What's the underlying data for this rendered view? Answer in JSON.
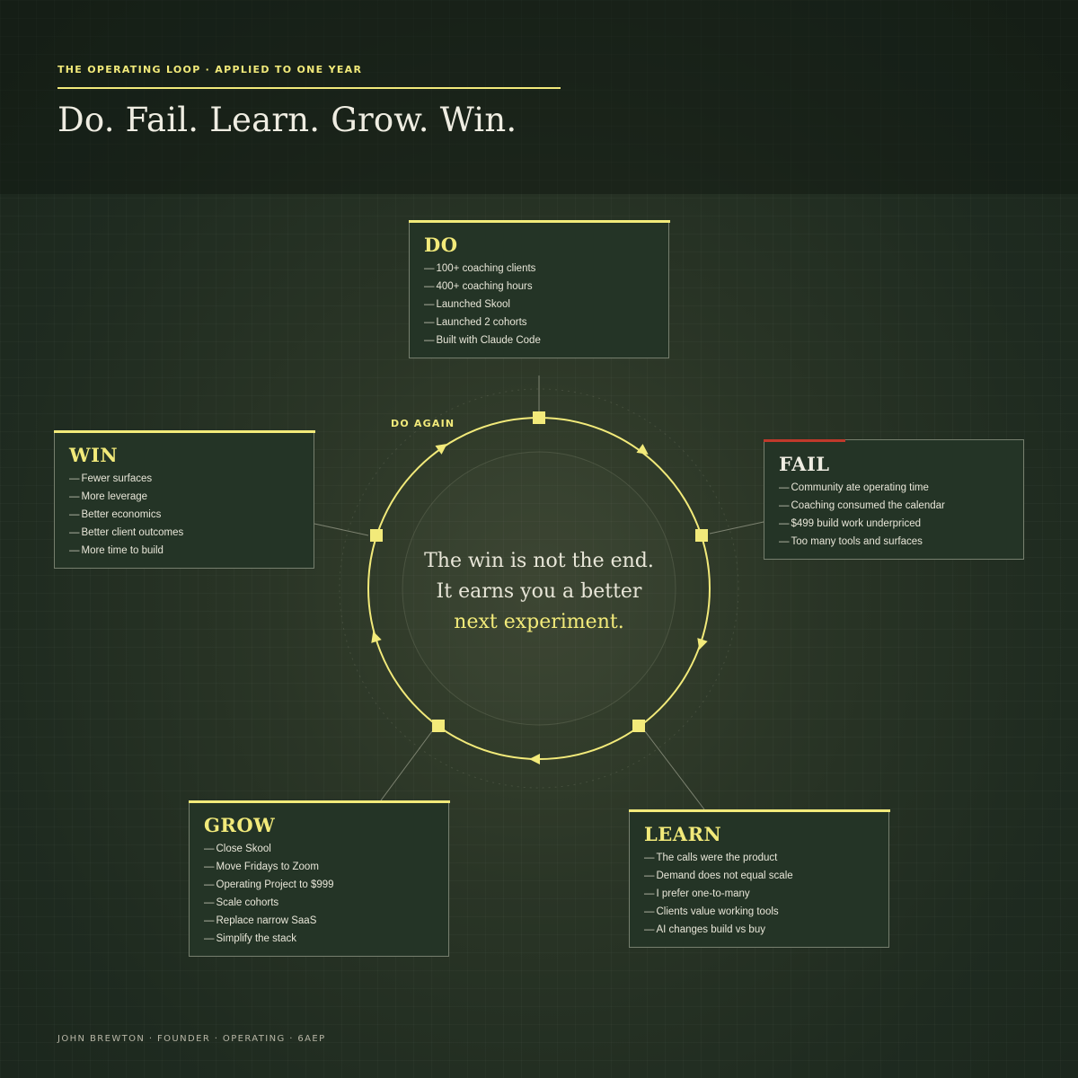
{
  "header": {
    "eyebrow": "THE OPERATING LOOP · APPLIED TO ONE YEAR",
    "title": "Do. Fail. Learn. Grow. Win."
  },
  "loop": {
    "restart_label": "DO AGAIN",
    "center_line1": "The win is not the end.",
    "center_line2": "It earns you a better",
    "center_line3": "next experiment."
  },
  "stages": {
    "do": {
      "title": "DO",
      "items": [
        "100+ coaching clients",
        "400+ coaching hours",
        "Launched Skool",
        "Launched 2 cohorts",
        "Built with Claude Code"
      ]
    },
    "fail": {
      "title": "FAIL",
      "items": [
        "Community ate operating time",
        "Coaching consumed the calendar",
        "$499 build work underpriced",
        "Too many tools and surfaces"
      ]
    },
    "learn": {
      "title": "LEARN",
      "items": [
        "The calls were the product",
        "Demand does not equal scale",
        "I prefer one-to-many",
        "Clients value working tools",
        "AI changes build vs buy"
      ]
    },
    "grow": {
      "title": "GROW",
      "items": [
        "Close Skool",
        "Move Fridays to Zoom",
        "Operating Project to $999",
        "Scale cohorts",
        "Replace narrow SaaS",
        "Simplify the stack"
      ]
    },
    "win": {
      "title": "WIN",
      "items": [
        "Fewer surfaces",
        "More leverage",
        "Better economics",
        "Better client outcomes",
        "More time to build"
      ]
    }
  },
  "footer": {
    "text": "JOHN BREWTON · FOUNDER · OPERATING · 6AEP"
  },
  "colors": {
    "accent": "#f2ea7a",
    "fail_accent": "#c0392b",
    "background": "#243426"
  }
}
